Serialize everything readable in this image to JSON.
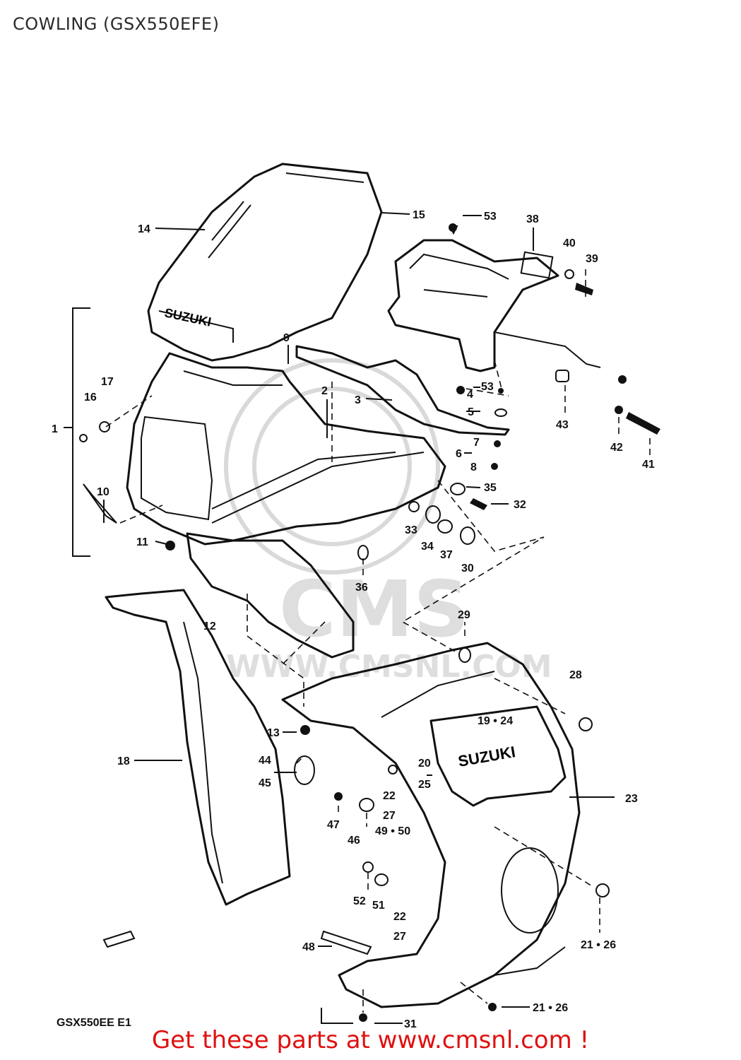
{
  "title": "COWLING (GSX550EFE)",
  "model_code": "GSX550EE E1",
  "footer": "Get these parts at www.cmsnl.com !",
  "footer_color": "#e01010",
  "watermark": {
    "brand": "CMS",
    "site": "WWW.CMSNL.COM"
  },
  "decal_text": "SUZUKI",
  "callouts": [
    "14",
    "15",
    "53",
    "38",
    "40",
    "39",
    "9",
    "2",
    "3",
    "53",
    "4",
    "5",
    "7",
    "6",
    "8",
    "43",
    "42",
    "41",
    "16",
    "17",
    "1",
    "10",
    "11",
    "35",
    "32",
    "33",
    "34",
    "37",
    "30",
    "36",
    "29",
    "12",
    "18",
    "28",
    "19 • 24",
    "13",
    "44",
    "45",
    "20",
    "25",
    "22",
    "27",
    "47",
    "46",
    "49 • 50",
    "23",
    "52",
    "51",
    "22",
    "27",
    "48",
    "21 • 26",
    "21 • 26",
    "31"
  ]
}
